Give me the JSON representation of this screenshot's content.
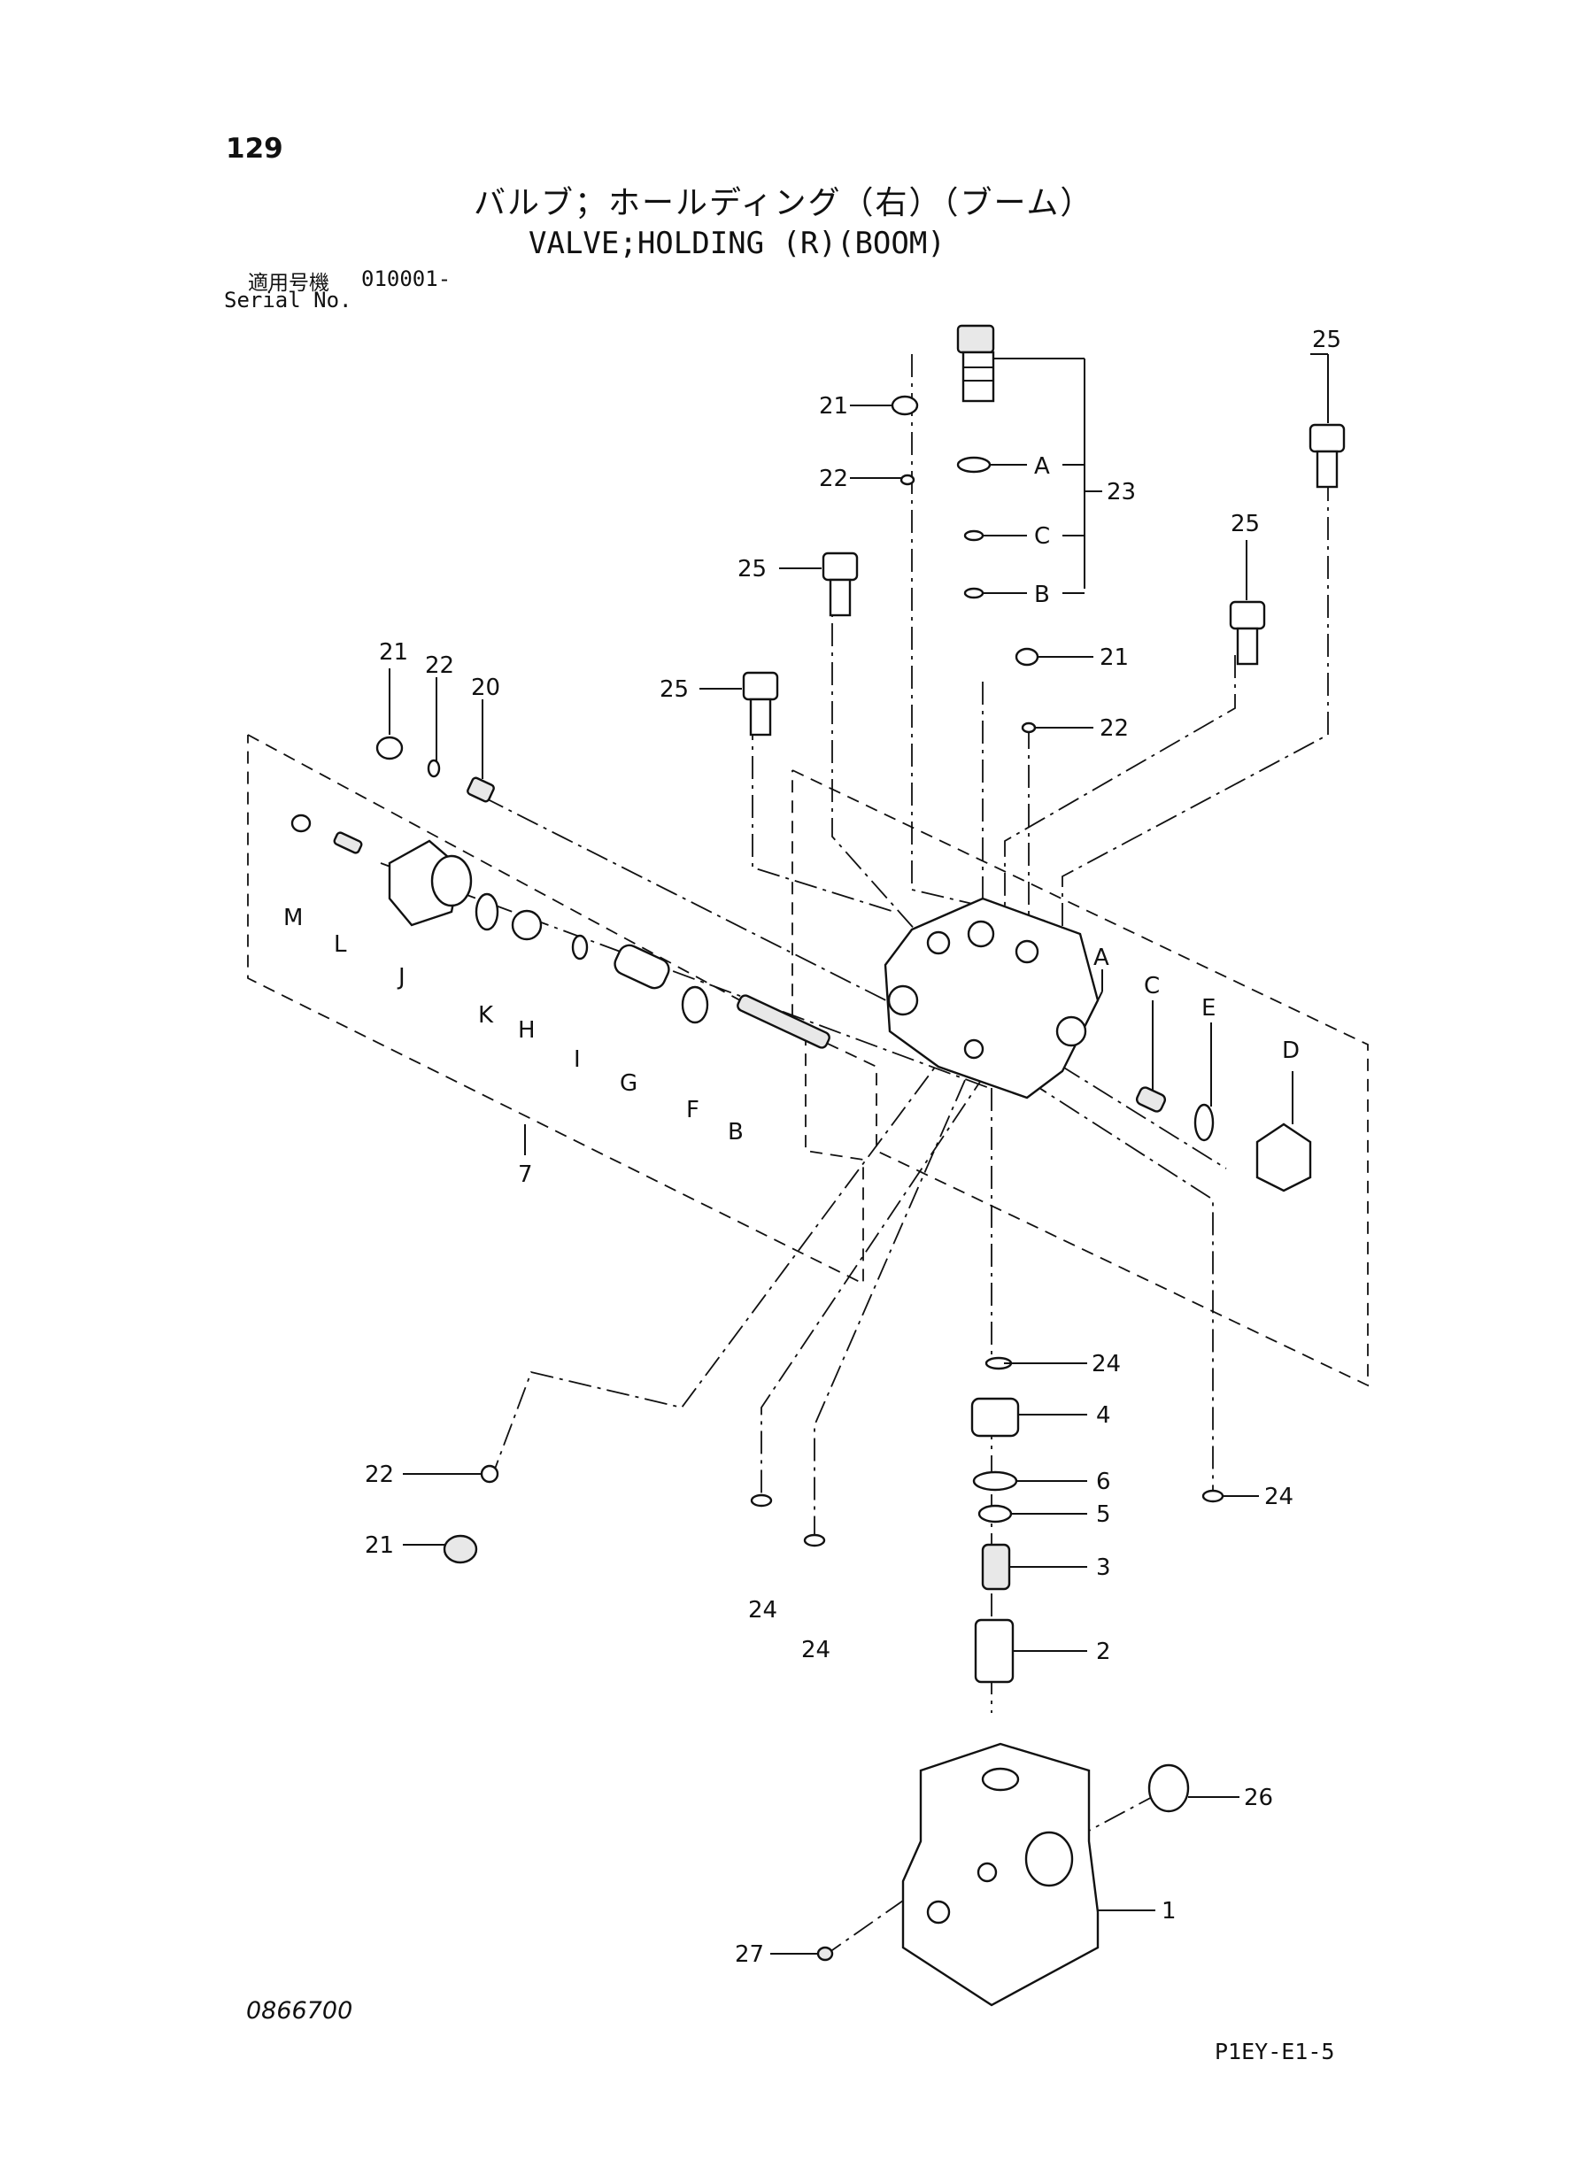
{
  "header": {
    "page_number": "129",
    "title_jp": "バルブ；ホールディング（右）（ブーム）",
    "title_en": "VALVE;HOLDING (R)(BOOM)",
    "serial_label_jp": "適用号機",
    "serial_value": "010001-",
    "serial_label_en": "Serial No."
  },
  "footer": {
    "doc_number": "0866700",
    "page_code": "P1EY-E1-5"
  },
  "callouts": {
    "c1": "1",
    "c2": "2",
    "c3": "3",
    "c4": "4",
    "c5": "5",
    "c6": "6",
    "c7": "7",
    "c20": "20",
    "c21a": "21",
    "c21b": "21",
    "c21c": "21",
    "c21d": "21",
    "c22a": "22",
    "c22b": "22",
    "c22c": "22",
    "c22d": "22",
    "c23": "23",
    "c24a": "24",
    "c24b": "24",
    "c24c": "24",
    "c24d": "24",
    "c25a": "25",
    "c25b": "25",
    "c25c": "25",
    "c25d": "25",
    "c26": "26",
    "c27": "27",
    "cA1": "A",
    "cB1": "B",
    "cC1": "C",
    "cA2": "A",
    "cB2": "B",
    "cC2": "C",
    "cD": "D",
    "cE": "E",
    "cF": "F",
    "cG": "G",
    "cH": "H",
    "cI": "I",
    "cJ": "J",
    "cK": "K",
    "cL": "L",
    "cM": "M"
  }
}
